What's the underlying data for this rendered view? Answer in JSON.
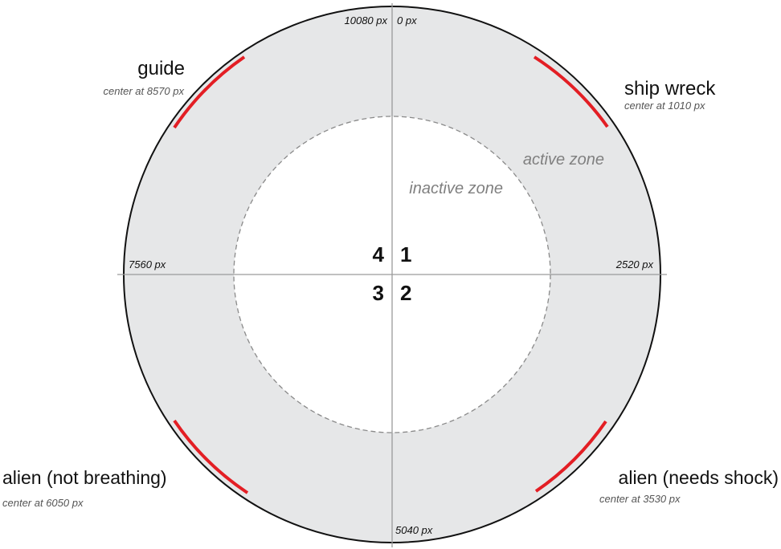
{
  "colors": {
    "ring_fill": "#e6e7e8",
    "ring_stroke": "#111111",
    "axis": "#9a9a9a",
    "inner_dash": "#8a8a8a",
    "arc": "#e31e24",
    "zone_text": "#808080",
    "text": "#111111"
  },
  "positions": {
    "top_left": "10080 px",
    "top_right": "0 px",
    "right": "2520 px",
    "bottom": "5040 px",
    "left": "7560 px"
  },
  "zones": {
    "active": "active zone",
    "inactive": "inactive zone"
  },
  "quadrants": {
    "q1": "1",
    "q2": "2",
    "q3": "3",
    "q4": "4"
  },
  "events": {
    "guide": {
      "name": "guide",
      "center": "center at 8570 px"
    },
    "ship_wreck": {
      "name": "ship wreck",
      "center": "center at 1010 px"
    },
    "alien_needs_shock": {
      "name": "alien (needs shock)",
      "center": "center at 3530 px"
    },
    "alien_not_breathing": {
      "name": "alien (not breathing)",
      "center": "center at 6050 px"
    }
  }
}
